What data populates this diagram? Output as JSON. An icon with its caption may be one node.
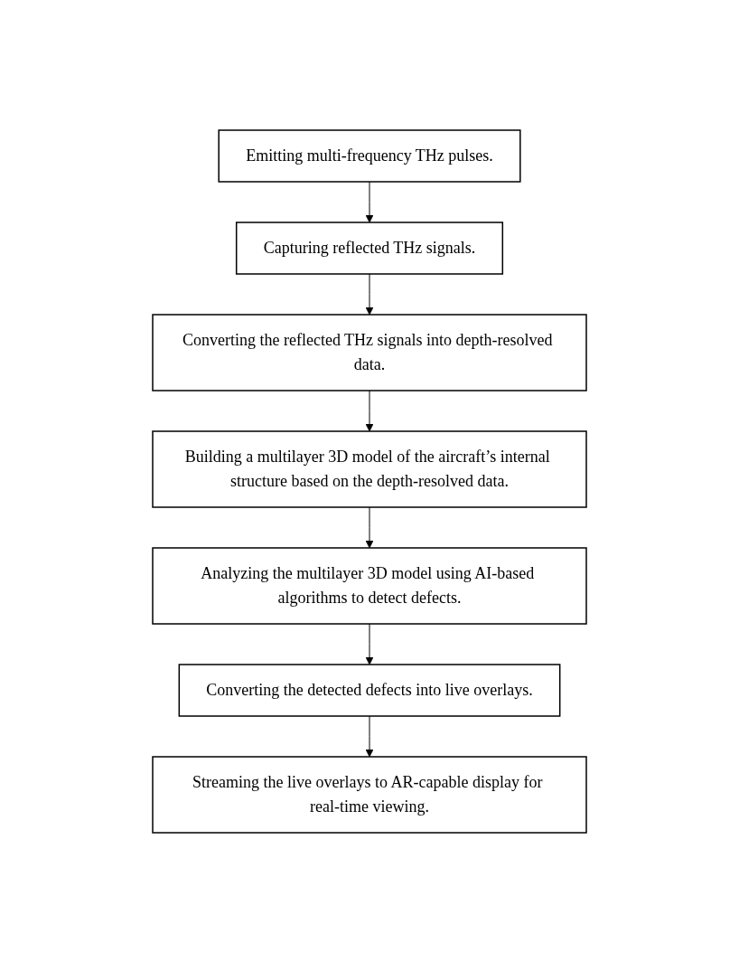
{
  "diagram": {
    "nodes": [
      {
        "text": [
          "Emitting multi-frequency THz pulses."
        ]
      },
      {
        "text": [
          "Capturing reflected THz signals."
        ]
      },
      {
        "text": [
          "Converting the reflected THz signals into depth-resolved data."
        ]
      },
      {
        "text": [
          "Building a multilayer 3D model of the aircraft’s internal structure based on the depth-resolved data."
        ]
      },
      {
        "text": [
          "Analyzing the multilayer 3D model using AI-based algorithms to detect defects."
        ]
      },
      {
        "text": [
          "Converting the detected defects into live overlays."
        ]
      },
      {
        "text": [
          "Streaming the live overlays to AR-capable display for real-time viewing."
        ]
      }
    ],
    "edges": [
      {
        "from": 0,
        "to": 1,
        "arrow": "to"
      },
      {
        "from": 1,
        "to": 2,
        "arrow": "to"
      },
      {
        "from": 2,
        "to": 3,
        "arrow": "to"
      },
      {
        "from": 3,
        "to": 4,
        "arrow": "to"
      },
      {
        "from": 4,
        "to": 5,
        "arrow": "to"
      },
      {
        "from": 5,
        "to": 6,
        "arrow": "to"
      }
    ]
  }
}
